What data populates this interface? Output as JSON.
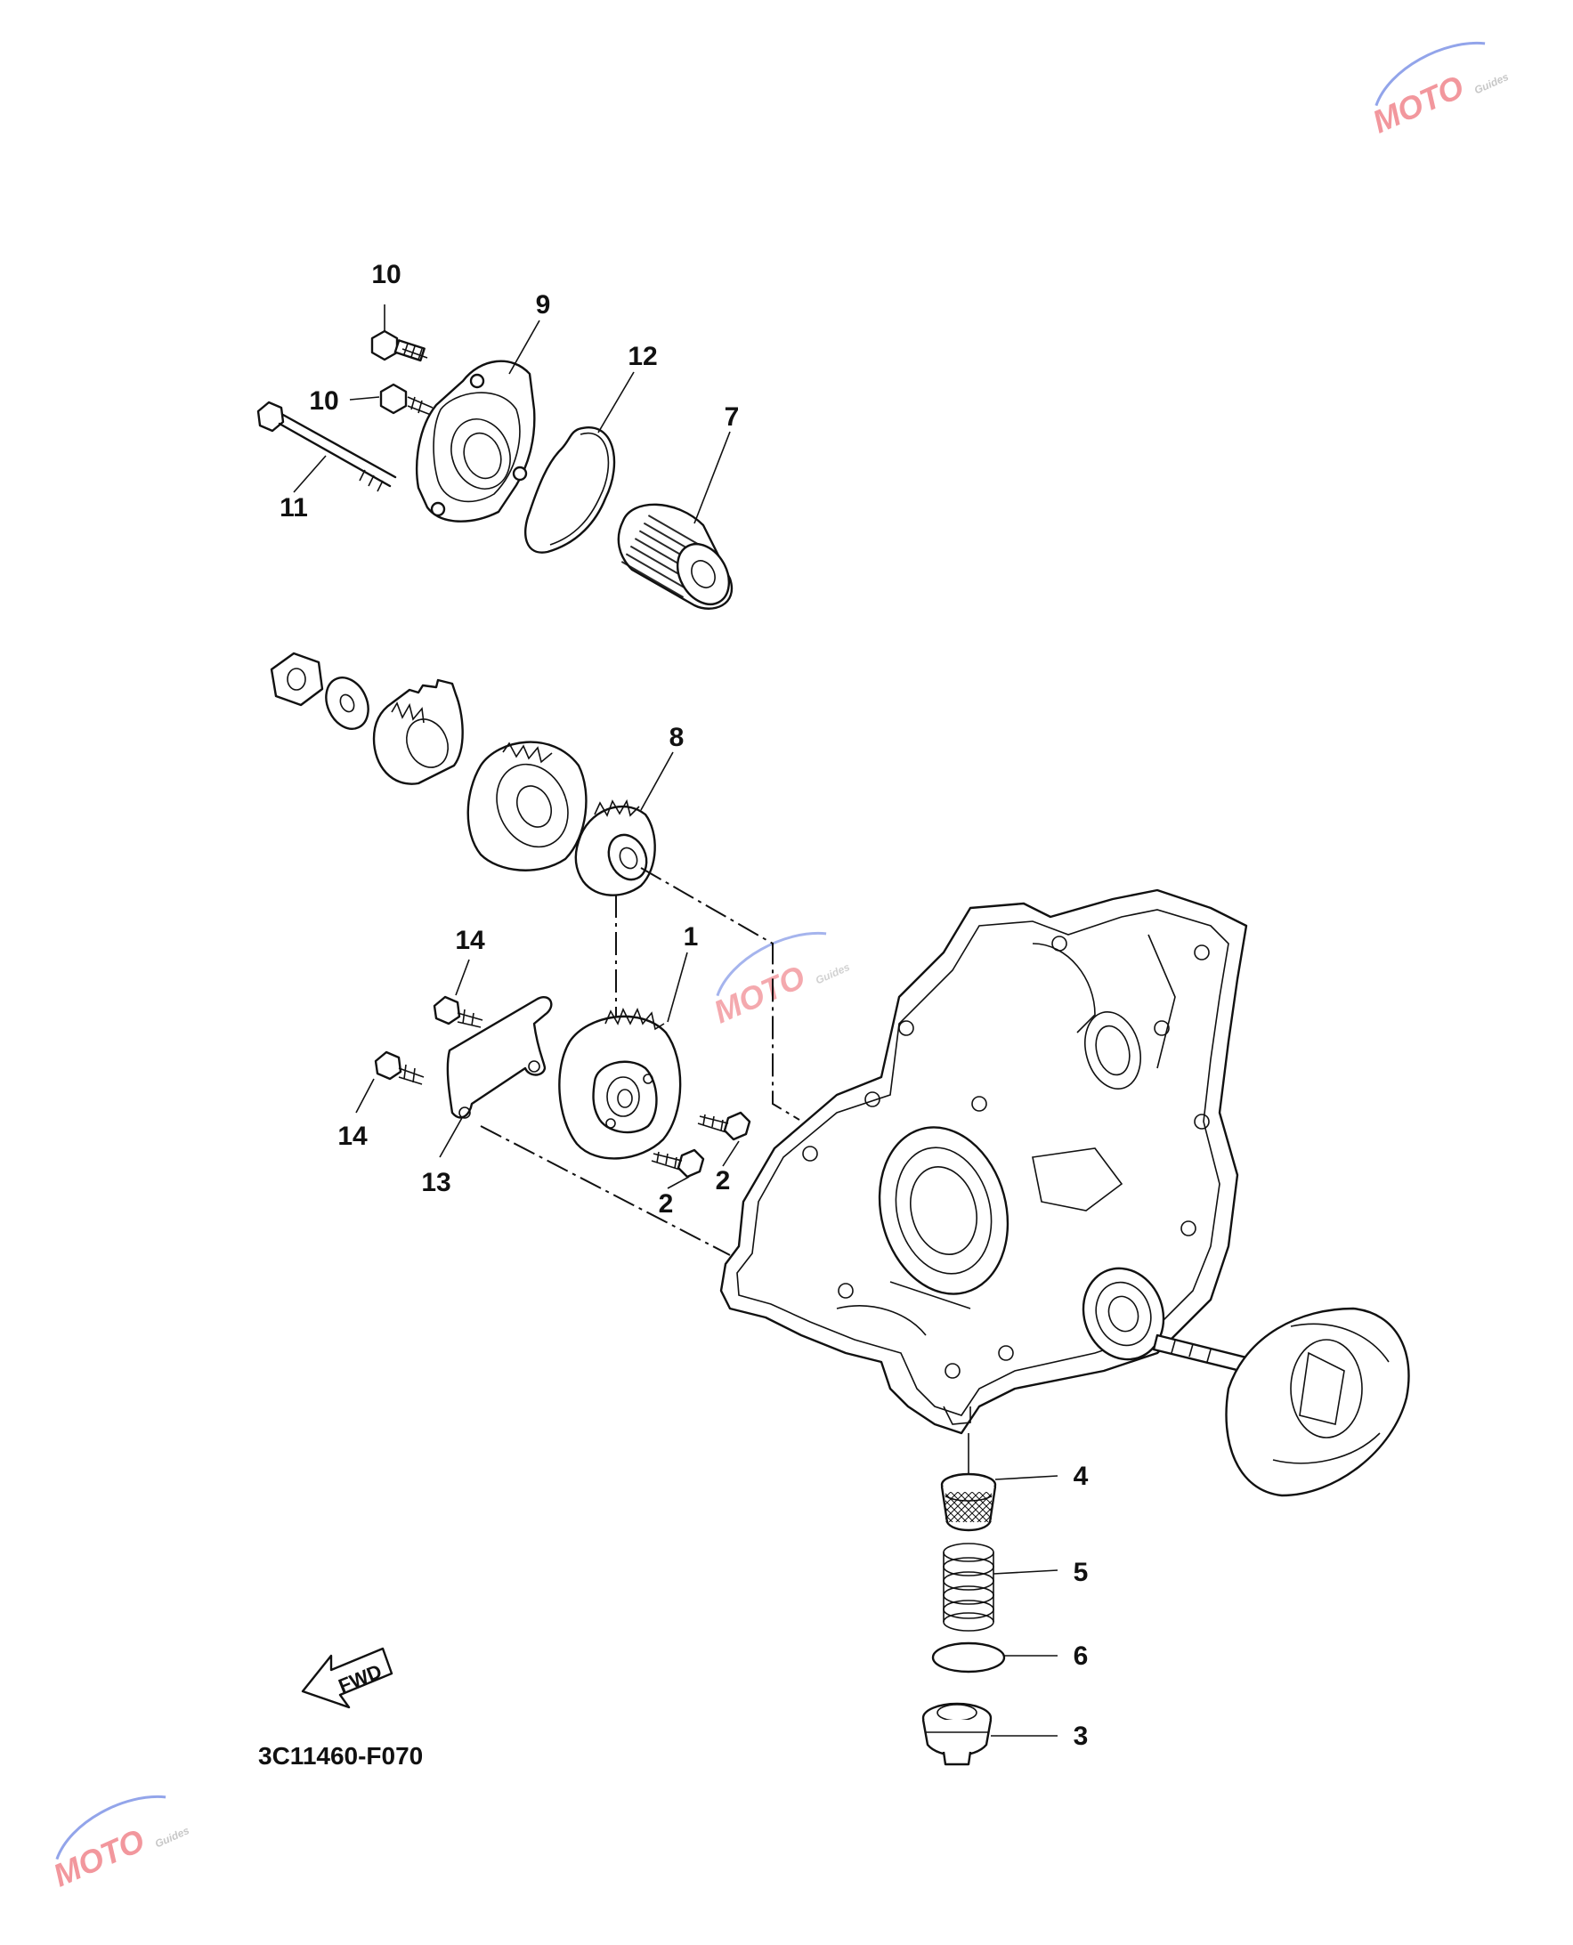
{
  "diagram": {
    "figure_code": "3C11460-F070",
    "fwd_label": "FWD",
    "callouts": {
      "c1": "1",
      "c2a": "2",
      "c2b": "2",
      "c3": "3",
      "c4": "4",
      "c5": "5",
      "c6": "6",
      "c7": "7",
      "c8": "8",
      "c9": "9",
      "c10a": "10",
      "c10b": "10",
      "c11": "11",
      "c12": "12",
      "c13": "13",
      "c14a": "14",
      "c14b": "14"
    }
  },
  "watermark": {
    "logo_text": "MOTO",
    "sub_text": "Guides",
    "colors": {
      "red": "#e8434e",
      "blue": "#3a5bd9",
      "gray": "#9a9a9a"
    }
  }
}
